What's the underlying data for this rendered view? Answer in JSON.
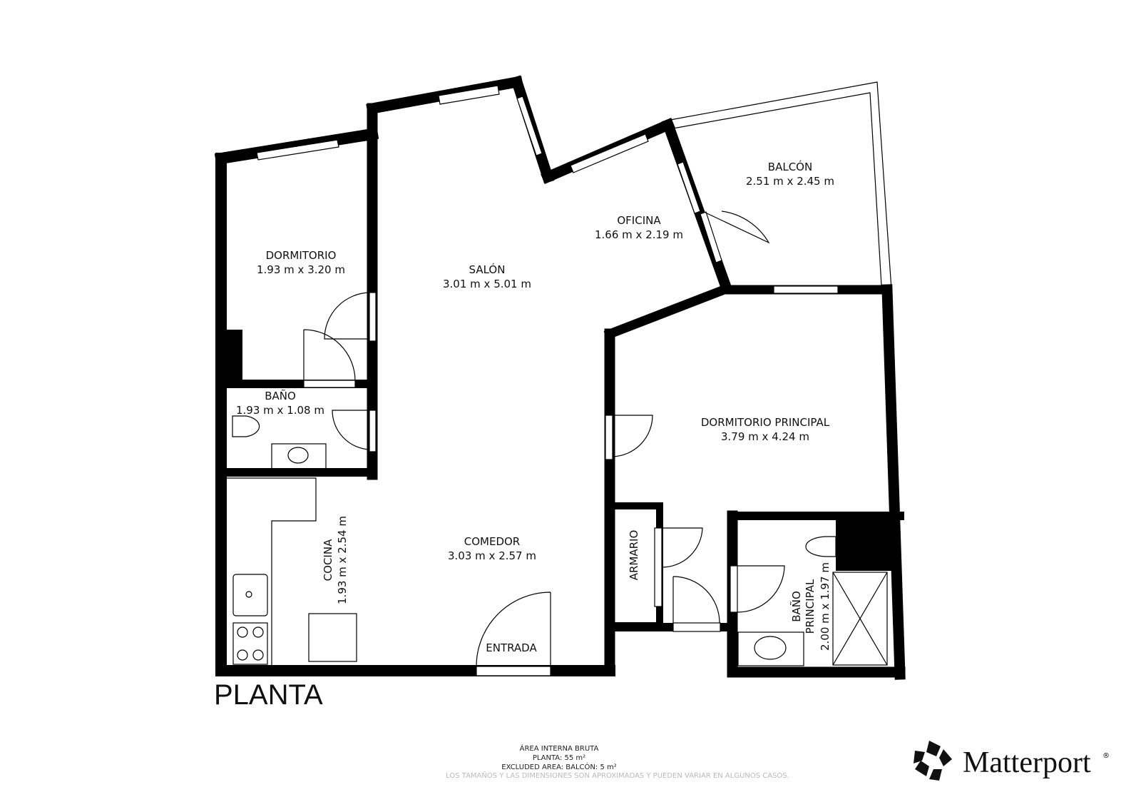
{
  "plan": {
    "title": "PLANTA",
    "rooms": [
      {
        "name": "DORMITORIO",
        "dims": "1.93 m x 3.20 m"
      },
      {
        "name": "SALÓN",
        "dims": "3.01 m x 5.01 m"
      },
      {
        "name": "OFICINA",
        "dims": "1.66 m x 2.19 m"
      },
      {
        "name": "BALCÓN",
        "dims": "2.51 m x 2.45 m"
      },
      {
        "name": "BAÑO",
        "dims": "1.93 m x 1.08 m"
      },
      {
        "name": "DORMITORIO PRINCIPAL",
        "dims": "3.79 m x 4.24 m"
      },
      {
        "name": "COMEDOR",
        "dims": "3.03 m x 2.57 m"
      },
      {
        "name": "COCINA",
        "dims": "1.93 m x 2.54 m"
      },
      {
        "name": "ARMARIO",
        "dims": ""
      },
      {
        "name": "BAÑO",
        "name2": "PRINCIPAL",
        "dims": "2.00 m x 1.97 m"
      }
    ],
    "entrance": "ENTRADA"
  },
  "footer": {
    "line1": "ÁREA INTERNA BRUTA",
    "line2": "PLANTA: 55 m²",
    "line3": "EXCLUDED AREA: BALCÓN: 5 m²",
    "disclaimer": "LOS TAMAÑOS Y LAS DIMENSIONES SON APROXIMADAS Y PUEDEN VARIAR EN ALGUNOS CASOS."
  },
  "brand": {
    "name": "Matterport",
    "mark": "®"
  },
  "colors": {
    "wall": "#000000",
    "background": "#ffffff"
  }
}
